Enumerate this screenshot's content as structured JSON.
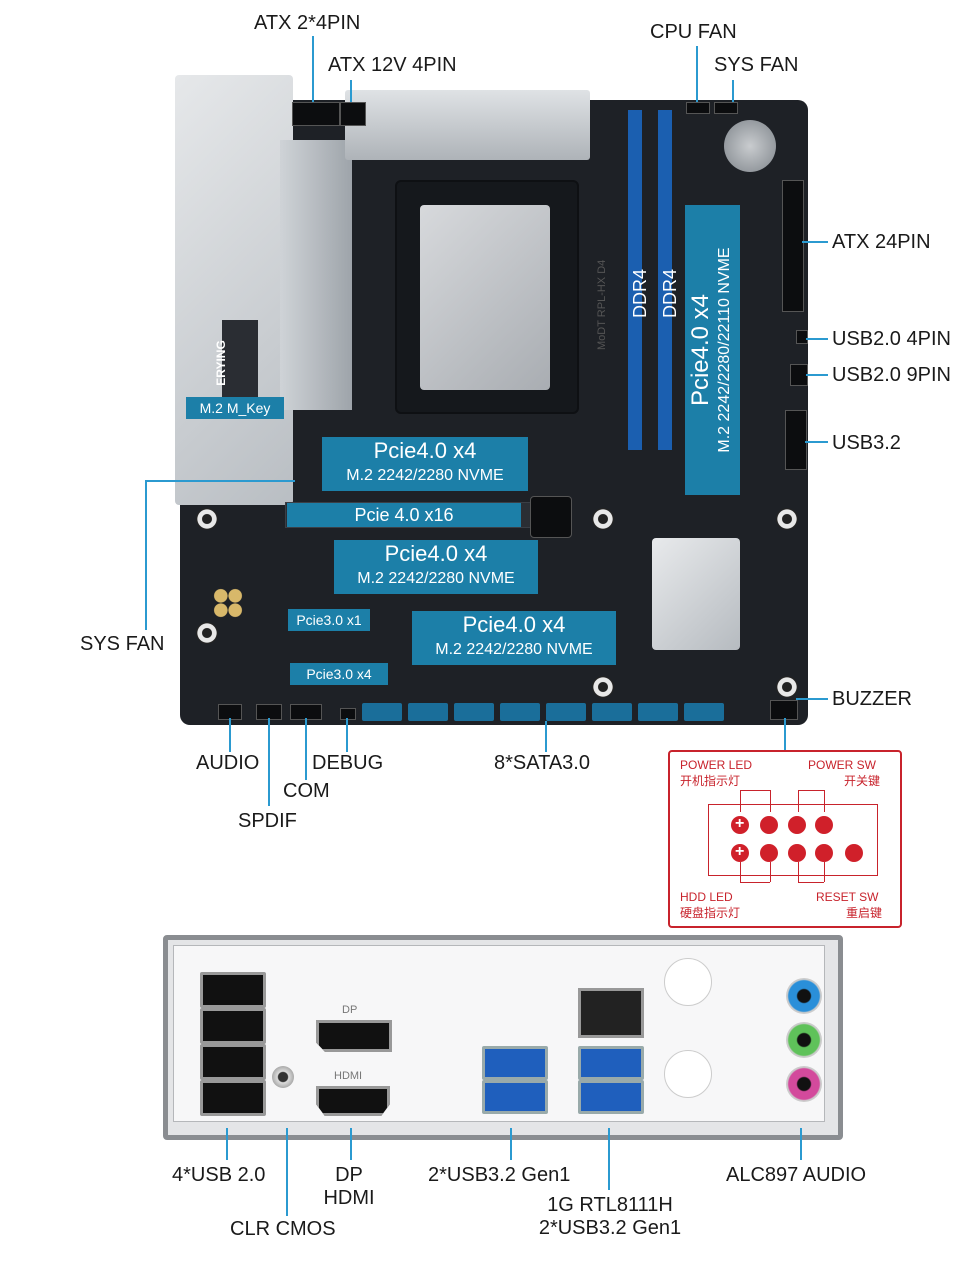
{
  "top_labels": {
    "atx_2x4": "ATX 2*4PIN",
    "atx_12v": "ATX 12V 4PIN",
    "cpu_fan": "CPU FAN",
    "sys_fan_top": "SYS FAN"
  },
  "right_labels": {
    "atx_24": "ATX 24PIN",
    "usb20_4pin": "USB2.0  4PIN",
    "usb20_9pin": "USB2.0  9PIN",
    "usb32": "USB3.2",
    "buzzer": "BUZZER"
  },
  "left_labels": {
    "sys_fan": "SYS FAN"
  },
  "bottom_labels": {
    "audio": "AUDIO",
    "spdif": "SPDIF",
    "com": "COM",
    "debug": "DEBUG",
    "sata": "8*SATA3.0"
  },
  "board": {
    "m2_mkey": "M.2 M_Key",
    "brand": "ERYING",
    "model": "MoDT RPL-HX D4",
    "dimm1": "DDR4",
    "dimm2": "DDR4",
    "m2_vertical": {
      "title": "Pcie4.0 x4",
      "sub": "M.2 2242/2280/22110  NVME"
    },
    "m2_top": {
      "title": "Pcie4.0 x4",
      "sub": "M.2 2242/2280 NVME"
    },
    "pcie_x16": "Pcie 4.0 x16",
    "m2_mid": {
      "title": "Pcie4.0 x4",
      "sub": "M.2 2242/2280 NVME"
    },
    "pcie3_x1": "Pcie3.0 x1",
    "pcie3_x4": "Pcie3.0 x4",
    "m2_bottom": {
      "title": "Pcie4.0 x4",
      "sub": "M.2 2242/2280 NVME"
    }
  },
  "front_panel": {
    "power_led": "POWER LED",
    "power_led_cn": "开机指示灯",
    "power_sw": "POWER SW",
    "power_sw_cn": "开关键",
    "hdd_led": "HDD LED",
    "hdd_led_cn": "硬盘指示灯",
    "reset_sw": "RESET SW",
    "reset_sw_cn": "重启键",
    "plus": "+"
  },
  "io_panel": {
    "dp_port": "DP",
    "hdmi_port": "HDMI"
  },
  "io_labels": {
    "usb20": "4*USB 2.0",
    "dp": "DP",
    "hdmi": "HDMI",
    "clr_cmos": "CLR CMOS",
    "usb32_gen1": "2*USB3.2 Gen1",
    "lan": "1G RTL8111H",
    "lan_usb": "2*USB3.2 Gen1",
    "audio": "ALC897 AUDIO"
  },
  "colors": {
    "leader": "#2b9ad0",
    "tag": "#1c7fa8",
    "front_panel": "#c8232c",
    "dimm": "#1b5fb0"
  }
}
